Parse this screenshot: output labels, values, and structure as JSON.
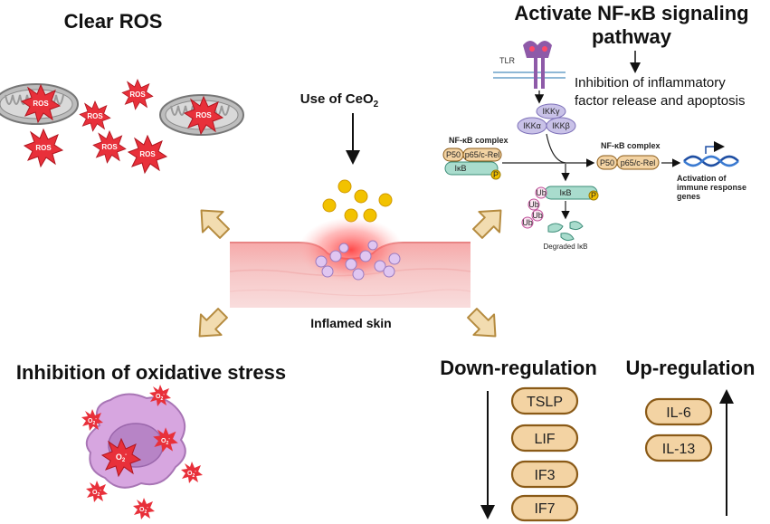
{
  "labels": {
    "clear_ros": "Clear ROS",
    "use_ceo2_prefix": "Use of CeO",
    "use_ceo2_sub": "2",
    "inflamed_skin": "Inflamed skin",
    "oxidative_stress": "Inhibition of oxidative stress",
    "nfkb_line1": "Activate NF-κB signaling",
    "nfkb_line2": "pathway",
    "inhibition_line1": "Inhibition of inflammatory",
    "inhibition_line2": "factor release and apoptosis",
    "down_regulation": "Down-regulation",
    "up_regulation": "Up-regulation"
  },
  "ros": [
    "ROS",
    "ROS",
    "ROS",
    "ROS",
    "ROS",
    "ROS",
    "ROS"
  ],
  "superoxide": {
    "base": "O",
    "sub": "2",
    "sup": "-"
  },
  "pathway": {
    "tlr": "TLR",
    "ikk_gamma": "IKKγ",
    "ikk_alpha": "IKKα",
    "ikk_beta": "IKKβ",
    "complex_label": "NF-κB complex",
    "p50": "P50",
    "p65": "p65/c-Rel",
    "ikb": "IκB",
    "p": "P",
    "ub": "Ub",
    "degraded": "Degraded IκB",
    "activation_line1": "Activation of",
    "activation_line2": "immune response",
    "activation_line3": "genes"
  },
  "down_regulated": [
    "TSLP",
    "LIF",
    "IF3",
    "IF7"
  ],
  "up_regulated": [
    "IL-6",
    "IL-13"
  ],
  "colors": {
    "ros": "#e8303a",
    "ceo2": "#f2c200",
    "pill_fill": "#f3d3a3",
    "pill_stroke": "#8a5a17",
    "arrow_fill": "#f2dcb0",
    "ikk": "#c9c2e8",
    "ikb": "#a9dccd",
    "cell": "#d7a6e0"
  }
}
